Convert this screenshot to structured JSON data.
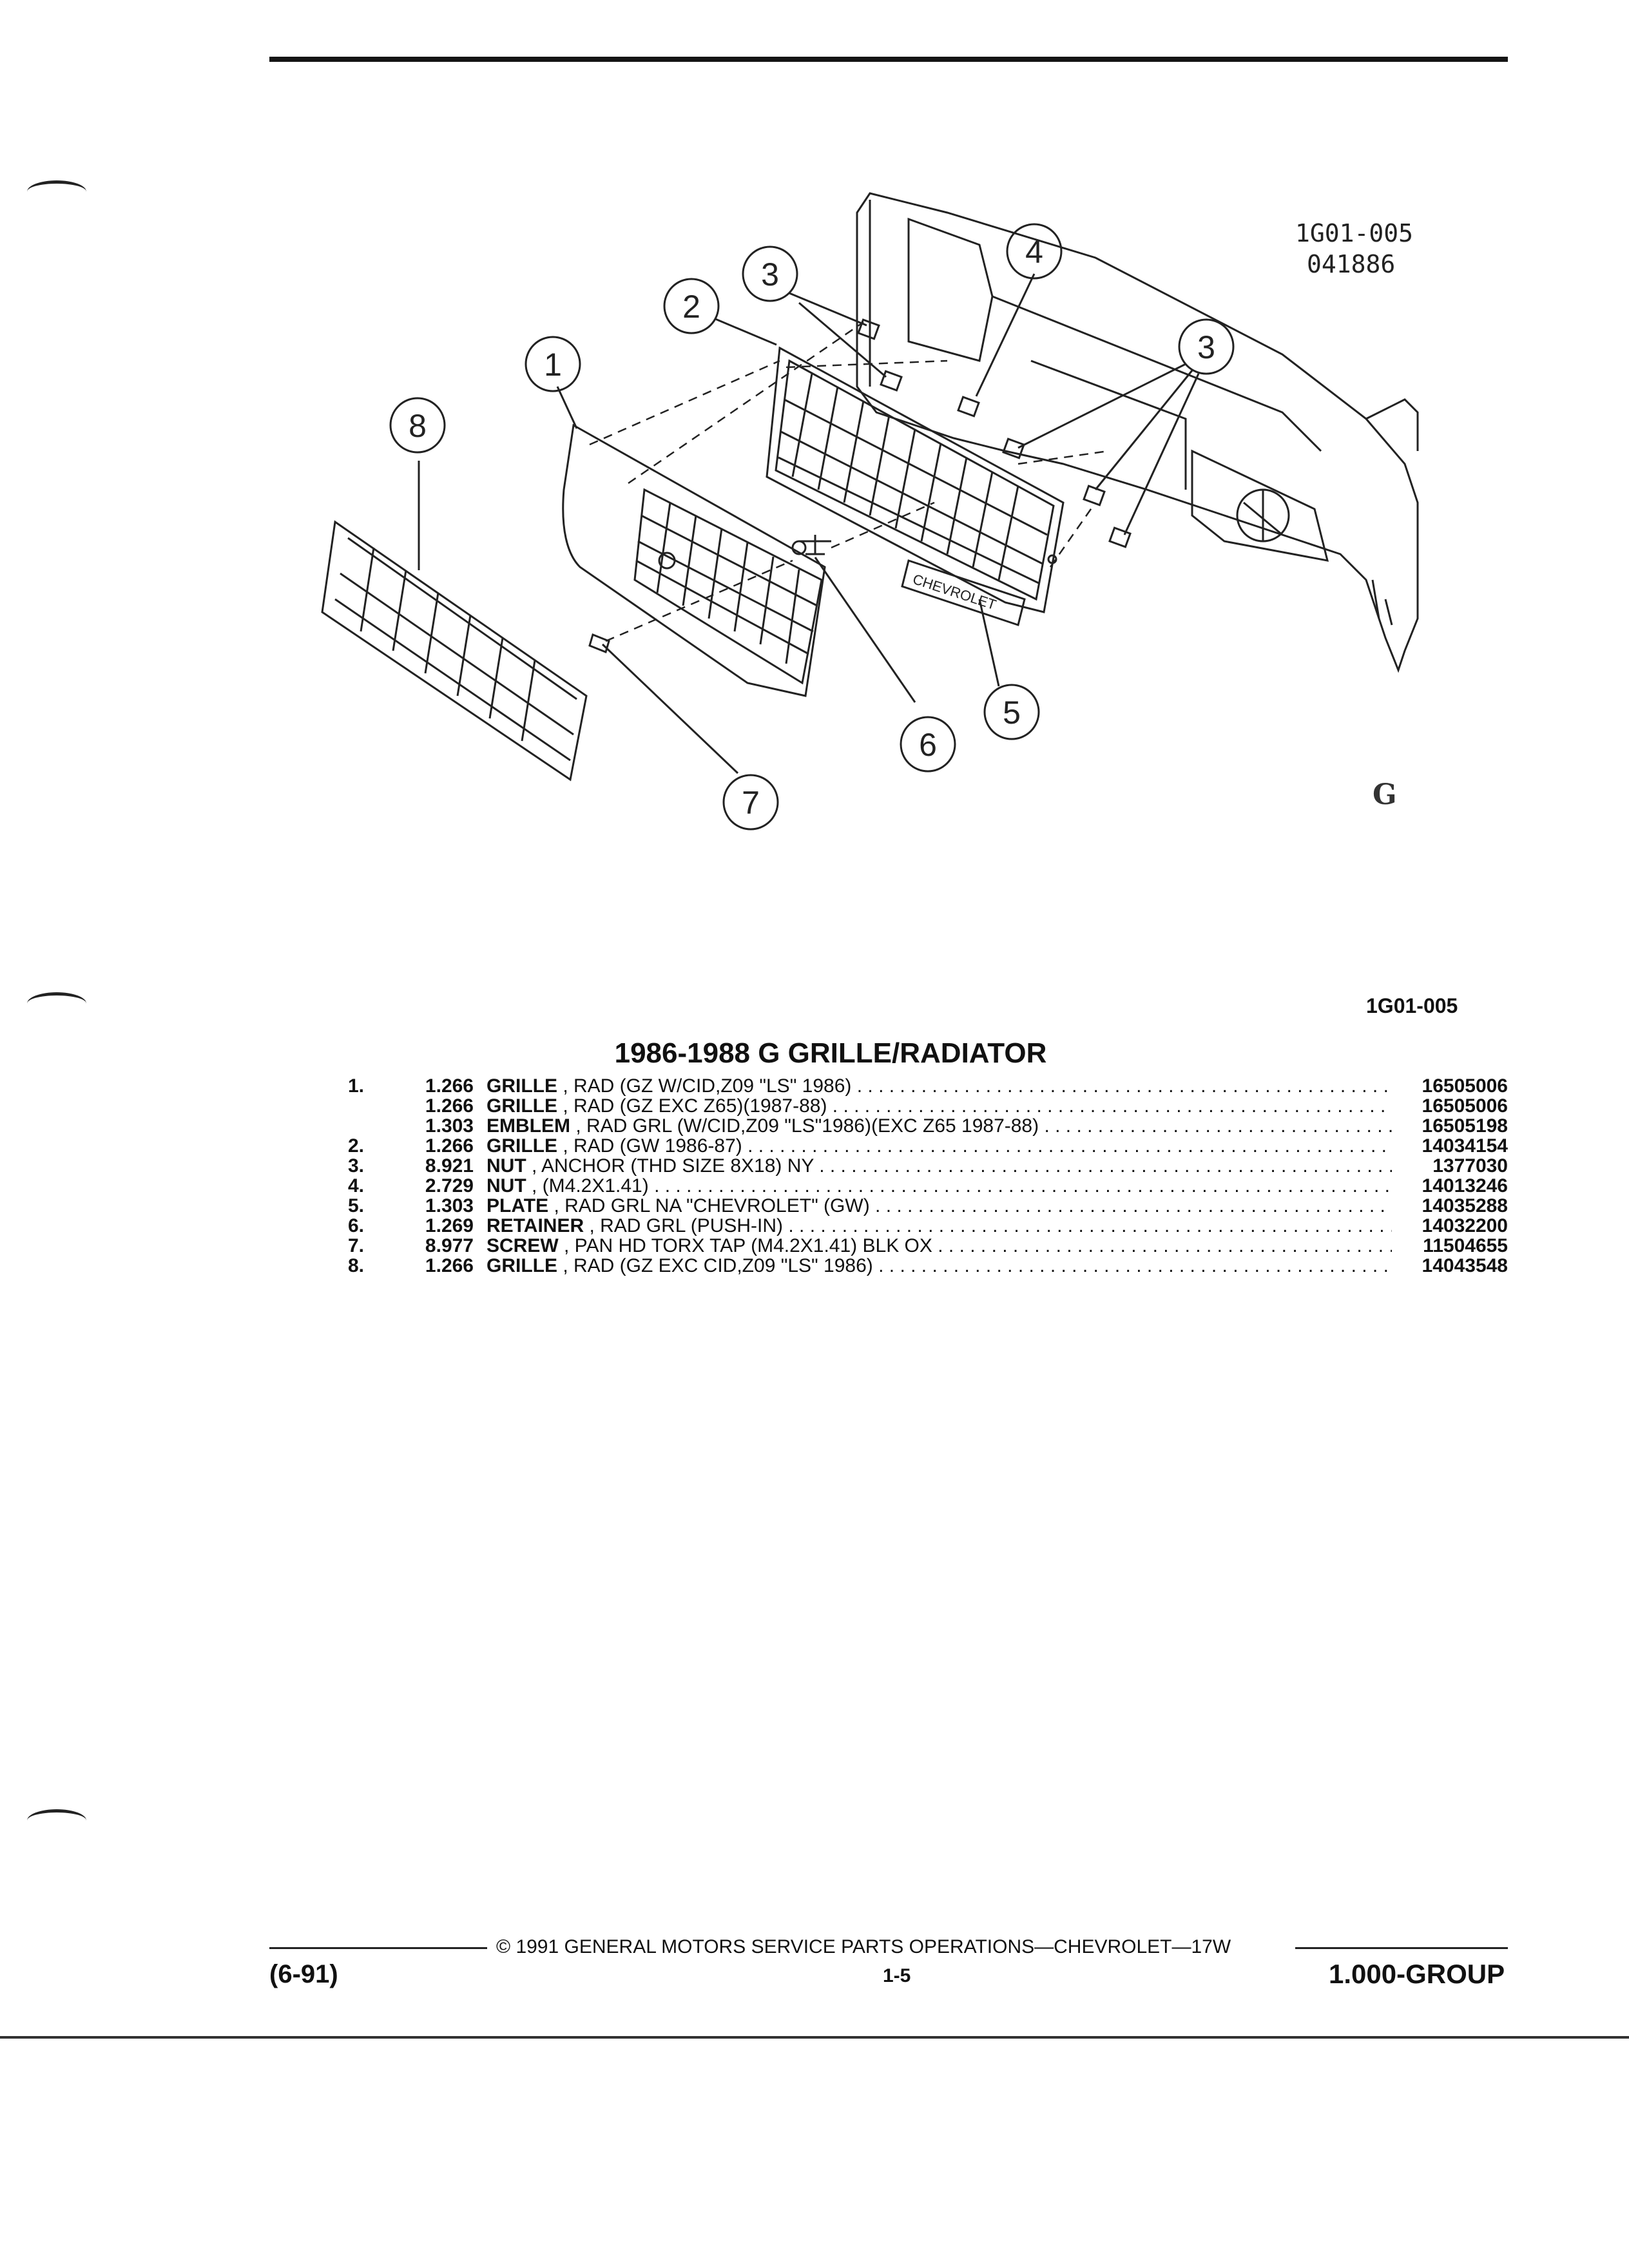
{
  "figure": {
    "code_top": "1G01-005",
    "date_code": "041886",
    "logo": "G",
    "plate_text": "CHEVROLET",
    "callouts": [
      "1",
      "2",
      "3",
      "3",
      "4",
      "5",
      "6",
      "7",
      "8"
    ],
    "fig_code": "1G01-005"
  },
  "section": {
    "title": "1986-1988 G GRILLE/RADIATOR"
  },
  "parts": [
    {
      "num": "1.",
      "group": "1.266",
      "name": "GRILLE",
      "desc": " , RAD (GZ W/CID,Z09 \"LS\" 1986)",
      "part_no": "16505006"
    },
    {
      "num": "",
      "group": "1.266",
      "name": "GRILLE",
      "desc": " , RAD (GZ EXC Z65)(1987-88)",
      "part_no": "16505006"
    },
    {
      "num": "",
      "group": "1.303",
      "name": "EMBLEM",
      "desc": " , RAD GRL (W/CID,Z09 \"LS\"1986)(EXC Z65 1987-88)",
      "part_no": "16505198"
    },
    {
      "num": "2.",
      "group": "1.266",
      "name": "GRILLE",
      "desc": " , RAD (GW 1986-87)",
      "part_no": "14034154"
    },
    {
      "num": "3.",
      "group": "8.921",
      "name": "NUT",
      "desc": " , ANCHOR (THD SIZE 8X18) NY",
      "part_no": "1377030"
    },
    {
      "num": "4.",
      "group": "2.729",
      "name": "NUT",
      "desc": " , (M4.2X1.41)",
      "part_no": "14013246"
    },
    {
      "num": "5.",
      "group": "1.303",
      "name": "PLATE",
      "desc": " , RAD GRL NA \"CHEVROLET\" (GW)",
      "part_no": "14035288"
    },
    {
      "num": "6.",
      "group": "1.269",
      "name": "RETAINER",
      "desc": " , RAD GRL (PUSH-IN)",
      "part_no": "14032200"
    },
    {
      "num": "7.",
      "group": "8.977",
      "name": "SCREW",
      "desc": " , PAN HD TORX TAP (M4.2X1.41) BLK OX",
      "part_no": "11504655"
    },
    {
      "num": "8.",
      "group": "1.266",
      "name": "GRILLE",
      "desc": " , RAD (GZ EXC CID,Z09 \"LS\" 1986)",
      "part_no": "14043548"
    }
  ],
  "footer": {
    "copyright": "© 1991 GENERAL MOTORS SERVICE PARTS OPERATIONS—CHEVROLET—17W",
    "date": "(6-91)",
    "page": "1-5",
    "group": "1.000-GROUP"
  }
}
